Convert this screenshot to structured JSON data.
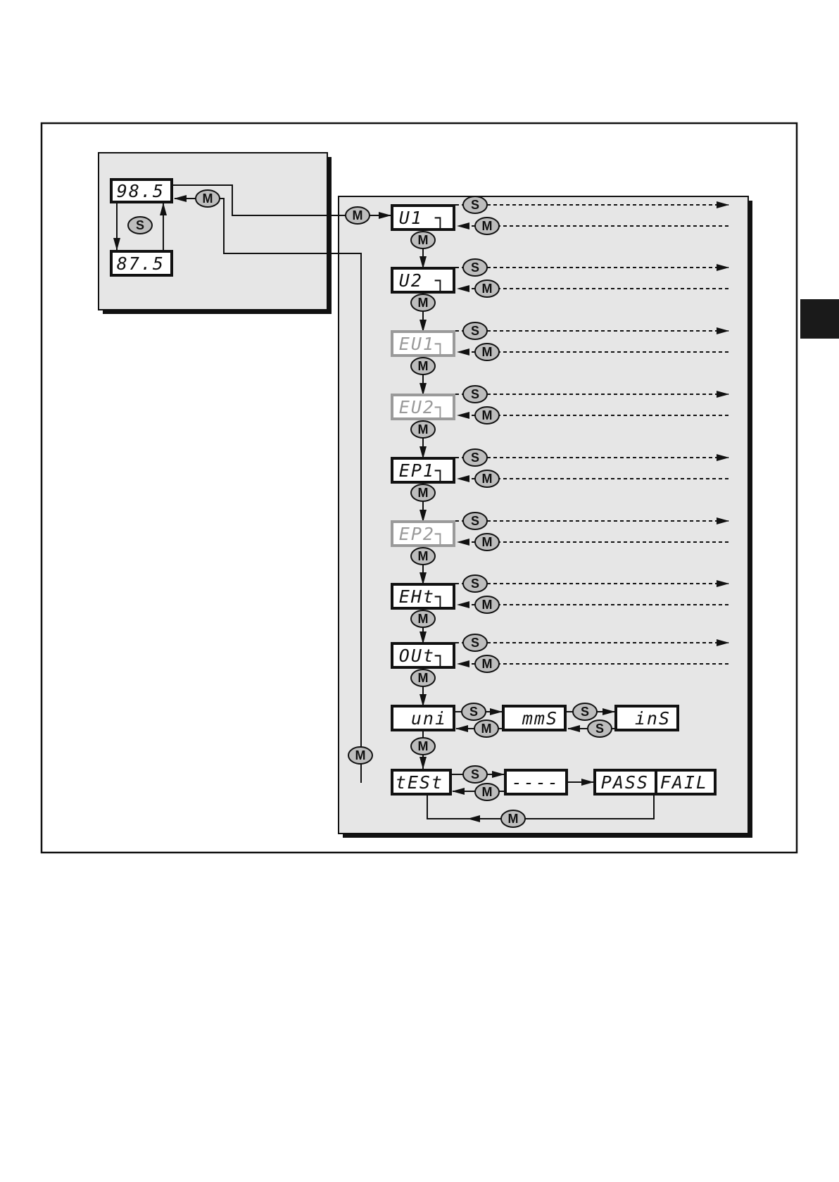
{
  "run_mode": {
    "value_1": "98.5",
    "value_2": "87.5",
    "toggle_button": "S",
    "mode_button": "M"
  },
  "buttons": {
    "set": "S",
    "mode": "M"
  },
  "menu": [
    {
      "label": "U1 ┐",
      "state": "active"
    },
    {
      "label": "U2 ┐",
      "state": "active"
    },
    {
      "label": "EU1┐",
      "state": "grey"
    },
    {
      "label": "EU2┐",
      "state": "grey"
    },
    {
      "label": "EP1┐",
      "state": "active"
    },
    {
      "label": "EP2┐",
      "state": "grey"
    },
    {
      "label": "EHt┐",
      "state": "active"
    },
    {
      "label": "OUt┐",
      "state": "active"
    }
  ],
  "uni": {
    "label": "uni",
    "option_1": "mmS",
    "option_2": "inS"
  },
  "test": {
    "label": "tESt",
    "running": "----",
    "pass": "PASS",
    "fail": "FAIL"
  },
  "colors": {
    "panel": "#e6e6e6",
    "line": "#111111",
    "grey_display": "#9a9a9a",
    "tab": "#1a1a1a"
  }
}
